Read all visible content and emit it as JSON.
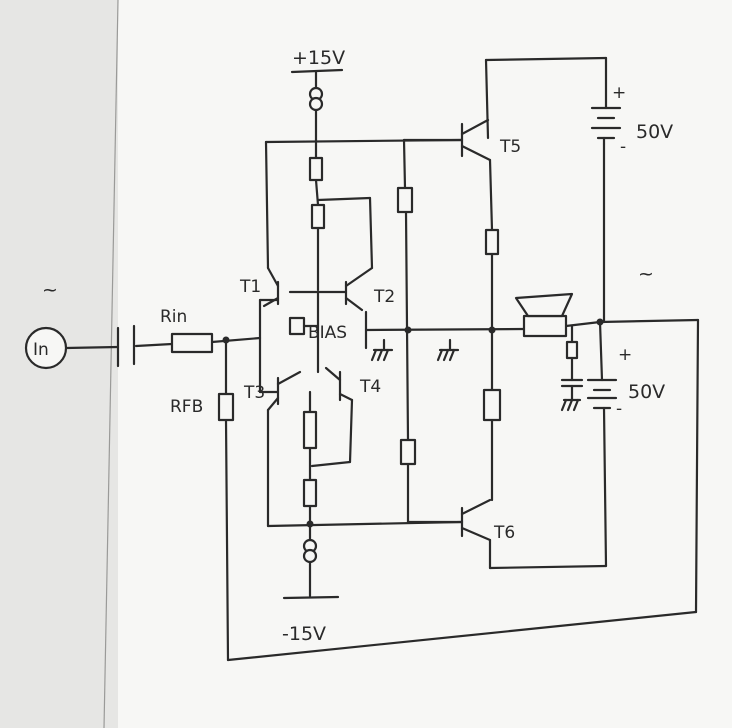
{
  "diagram": {
    "colors": {
      "ink": "#2a2a2a",
      "paper": "#f7f7f5",
      "left_margin": "#e6e6e4"
    },
    "labels": {
      "pos15": "+15V",
      "neg15": "-15V",
      "pos50": "50V",
      "neg50": "50V",
      "plus_sign": "+",
      "minus_sign": "-",
      "input": "In",
      "rin": "Rin",
      "rfb": "RFB",
      "bias": "BIAS",
      "t1": "T1",
      "t2": "T2",
      "t3": "T3",
      "t4": "T4",
      "t5": "T5",
      "t6": "T6",
      "wave": "~"
    }
  }
}
